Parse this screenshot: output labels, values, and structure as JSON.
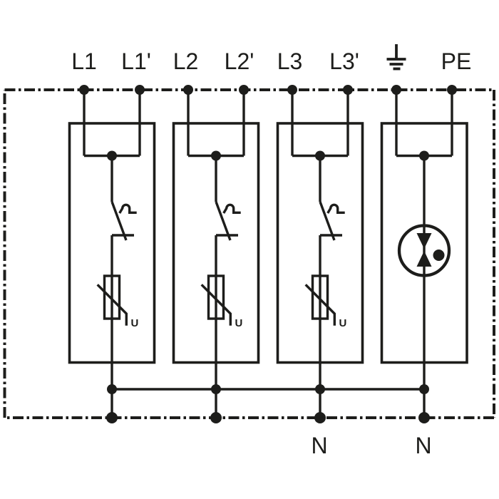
{
  "colors": {
    "line": "#1d1d1b",
    "background": "#ffffff"
  },
  "top_terminals": [
    {
      "label": "L1"
    },
    {
      "label": "L1'"
    },
    {
      "label": "L2"
    },
    {
      "label": "L2'"
    },
    {
      "label": "L3"
    },
    {
      "label": "L3'"
    },
    {
      "label": "",
      "icon": "earth-ground-icon"
    },
    {
      "label": "PE"
    }
  ],
  "branches": [
    {
      "icons": [
        "thermal-disconnect-switch-icon",
        "varistor-icon"
      ],
      "varistor_label": "U"
    },
    {
      "icons": [
        "thermal-disconnect-switch-icon",
        "varistor-icon"
      ],
      "varistor_label": "U"
    },
    {
      "icons": [
        "thermal-disconnect-switch-icon",
        "varistor-icon"
      ],
      "varistor_label": "U"
    },
    {
      "icons": [
        "spark-gap-icon"
      ]
    }
  ],
  "bottom_terminals": [
    {
      "label": "N"
    },
    {
      "label": "N"
    }
  ]
}
